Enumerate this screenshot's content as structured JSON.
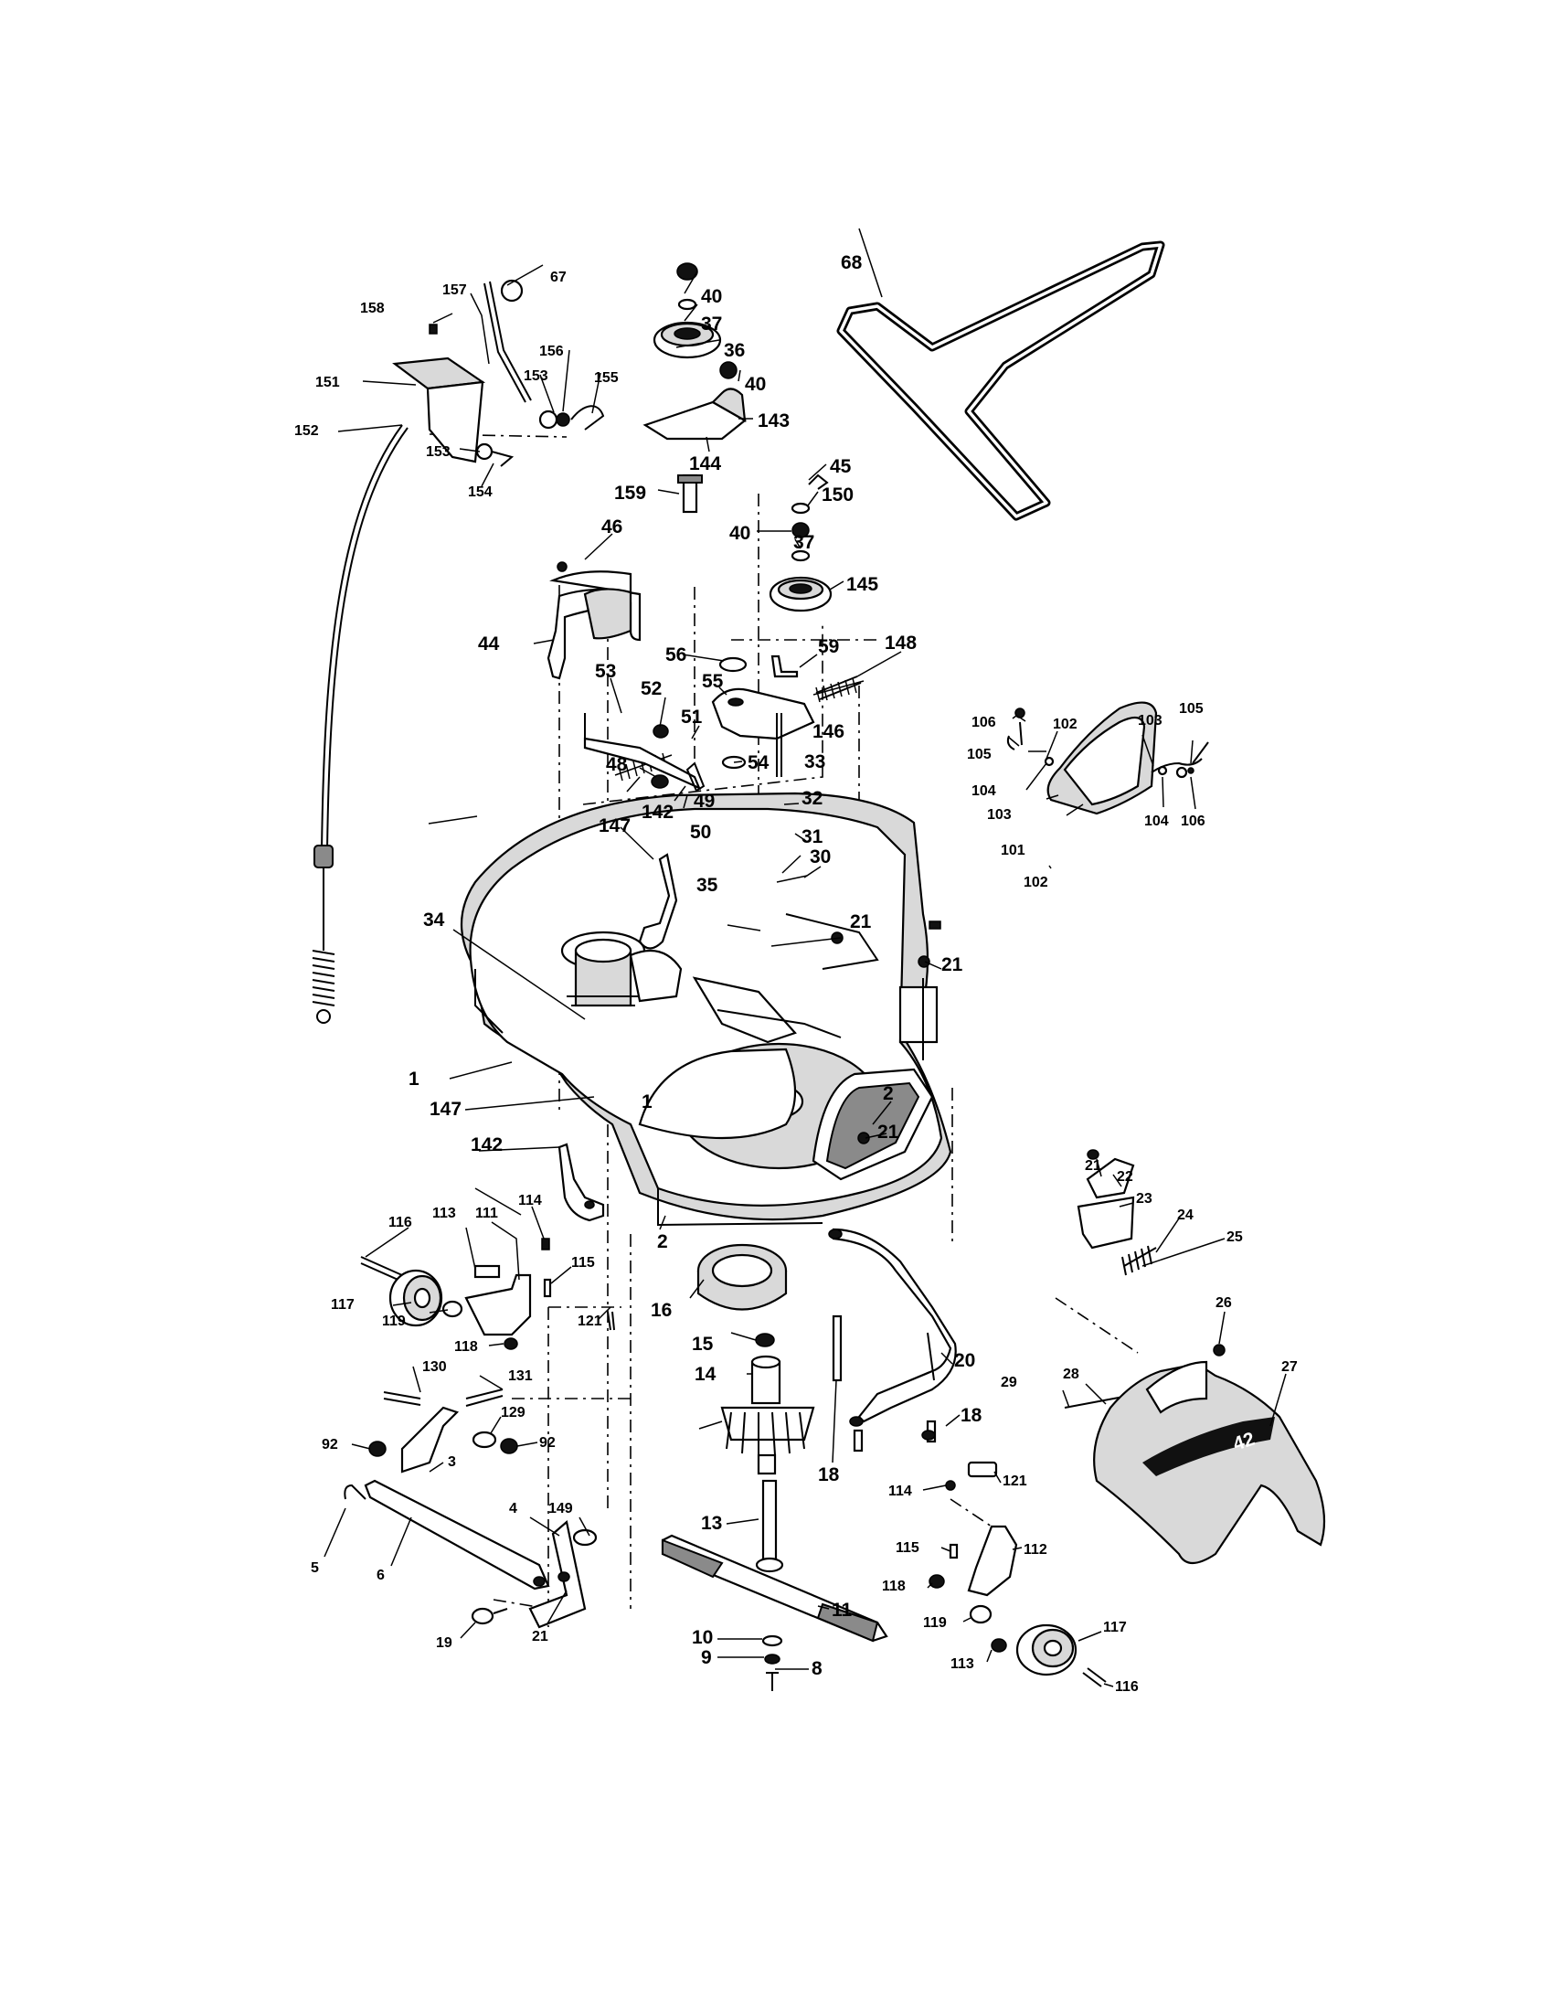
{
  "labels": {
    "l1": "1",
    "l1b": "1",
    "l2a": "2",
    "l2b": "2",
    "l3": "3",
    "l4": "4",
    "l5": "5",
    "l6": "6",
    "l8": "8",
    "l9": "9",
    "l10": "10",
    "l11": "11",
    "l13": "13",
    "l14": "14",
    "l15": "15",
    "l16": "16",
    "l18a": "18",
    "l18b": "18",
    "l19": "19",
    "l20": "20",
    "l21a": "21",
    "l21b": "21",
    "l21c": "21",
    "l21d": "21",
    "l21e": "21",
    "l22": "22",
    "l23": "23",
    "l24": "24",
    "l25": "25",
    "l26": "26",
    "l27": "27",
    "l28": "28",
    "l29": "29",
    "l30": "30",
    "l31": "31",
    "l32": "32",
    "l33": "33",
    "l34": "34",
    "l35": "35",
    "l36": "36",
    "l37a": "37",
    "l37b": "37",
    "l40a": "40",
    "l40b": "40",
    "l40c": "40",
    "l44": "44",
    "l45": "45",
    "l46": "46",
    "l48": "48",
    "l49": "49",
    "l50": "50",
    "l51": "51",
    "l52": "52",
    "l53": "53",
    "l54": "54",
    "l55": "55",
    "l56": "56",
    "l59": "59",
    "l67": "67",
    "l68": "68",
    "l92a": "92",
    "l92b": "92",
    "l101": "101",
    "l102a": "102",
    "l102b": "102",
    "l103a": "103",
    "l103b": "103",
    "l104a": "104",
    "l104b": "104",
    "l105a": "105",
    "l105b": "105",
    "l106a": "106",
    "l106b": "106",
    "l111": "111",
    "l112": "112",
    "l113a": "113",
    "l113b": "113",
    "l114a": "114",
    "l114b": "114",
    "l115a": "115",
    "l115b": "115",
    "l116a": "116",
    "l116b": "116",
    "l117a": "117",
    "l117b": "117",
    "l118a": "118",
    "l118b": "118",
    "l119a": "119",
    "l119b": "119",
    "l121a": "121",
    "l121b": "121",
    "l129": "129",
    "l130": "130",
    "l131": "131",
    "l142a": "142",
    "l142b": "142",
    "l143": "143",
    "l144": "144",
    "l145": "145",
    "l146": "146",
    "l147a": "147",
    "l147b": "147",
    "l148": "148",
    "l149": "149",
    "l150": "150",
    "l151": "151",
    "l152": "152",
    "l153a": "153",
    "l153b": "153",
    "l154": "154",
    "l155": "155",
    "l156": "156",
    "l157": "157",
    "l158": "158",
    "l159": "159"
  },
  "decal_text": "42"
}
